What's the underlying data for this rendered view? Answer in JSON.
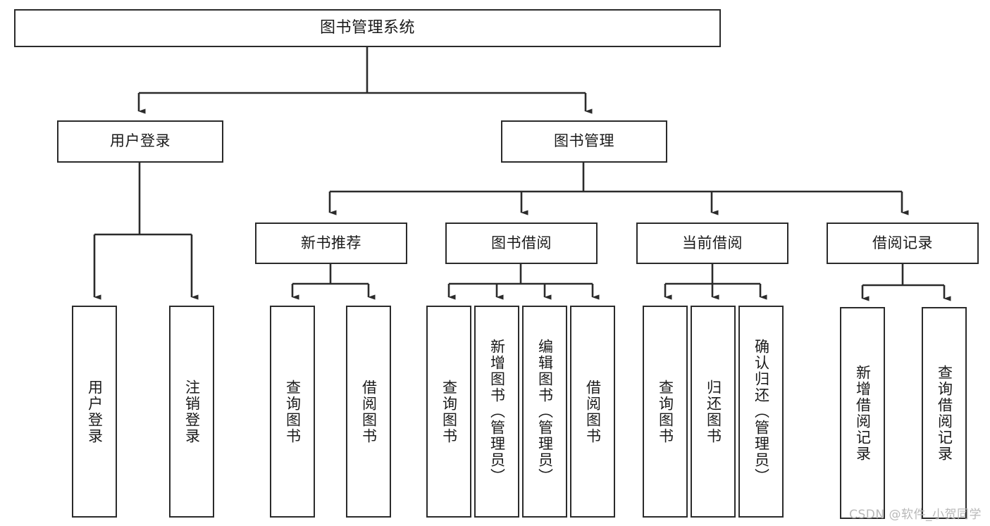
{
  "diagram": {
    "title": "图书管理系统",
    "type": "hierarchy-tree",
    "colors": {
      "box_border": "#2b2b2b",
      "box_fill": "#ffffff",
      "connector": "#2b2b2b",
      "text": "#1a1a1a",
      "watermark": "#b8b8b8",
      "canvas": "#ffffff"
    },
    "levels": [
      {
        "level": 0,
        "nodes": [
          {
            "id": "root",
            "label": "图书管理系统",
            "orientation": "horizontal"
          }
        ]
      },
      {
        "level": 1,
        "nodes": [
          {
            "id": "user-login",
            "label": "用户登录",
            "orientation": "horizontal"
          },
          {
            "id": "book-manage",
            "label": "图书管理",
            "orientation": "horizontal"
          }
        ]
      },
      {
        "level": 2,
        "nodes": [
          {
            "id": "new-book-rec",
            "label": "新书推荐",
            "orientation": "horizontal"
          },
          {
            "id": "book-borrow",
            "label": "图书借阅",
            "orientation": "horizontal"
          },
          {
            "id": "current-borrow",
            "label": "当前借阅",
            "orientation": "horizontal"
          },
          {
            "id": "borrow-record",
            "label": "借阅记录",
            "orientation": "horizontal"
          }
        ]
      },
      {
        "level": 3,
        "nodes": [
          {
            "id": "leaf-user-login",
            "label": "用户登录",
            "orientation": "vertical",
            "parent": "user-login"
          },
          {
            "id": "leaf-user-logout",
            "label": "注销登录",
            "orientation": "vertical",
            "parent": "user-login"
          },
          {
            "id": "leaf-rec-query",
            "label": "查询图书",
            "orientation": "vertical",
            "parent": "new-book-rec"
          },
          {
            "id": "leaf-rec-borrow",
            "label": "借阅图书",
            "orientation": "vertical",
            "parent": "new-book-rec"
          },
          {
            "id": "leaf-borrow-query",
            "label": "查询图书",
            "orientation": "vertical",
            "parent": "book-borrow"
          },
          {
            "id": "leaf-borrow-add",
            "label": "新增图书（管理员）",
            "orientation": "vertical",
            "parent": "book-borrow"
          },
          {
            "id": "leaf-borrow-edit",
            "label": "编辑图书（管理员）",
            "orientation": "vertical",
            "parent": "book-borrow"
          },
          {
            "id": "leaf-borrow-lend",
            "label": "借阅图书",
            "orientation": "vertical",
            "parent": "book-borrow"
          },
          {
            "id": "leaf-cur-query",
            "label": "查询图书",
            "orientation": "vertical",
            "parent": "current-borrow"
          },
          {
            "id": "leaf-cur-return",
            "label": "归还图书",
            "orientation": "vertical",
            "parent": "current-borrow"
          },
          {
            "id": "leaf-cur-confirm",
            "label": "确认归还（管理员）",
            "orientation": "vertical",
            "parent": "current-borrow"
          },
          {
            "id": "leaf-rec-add",
            "label": "新增借阅记录",
            "orientation": "vertical",
            "parent": "borrow-record"
          },
          {
            "id": "leaf-rec-search",
            "label": "查询借阅记录",
            "orientation": "vertical",
            "parent": "borrow-record"
          }
        ]
      }
    ]
  },
  "watermark": {
    "text": "CSDN @软件_小贺同学"
  }
}
